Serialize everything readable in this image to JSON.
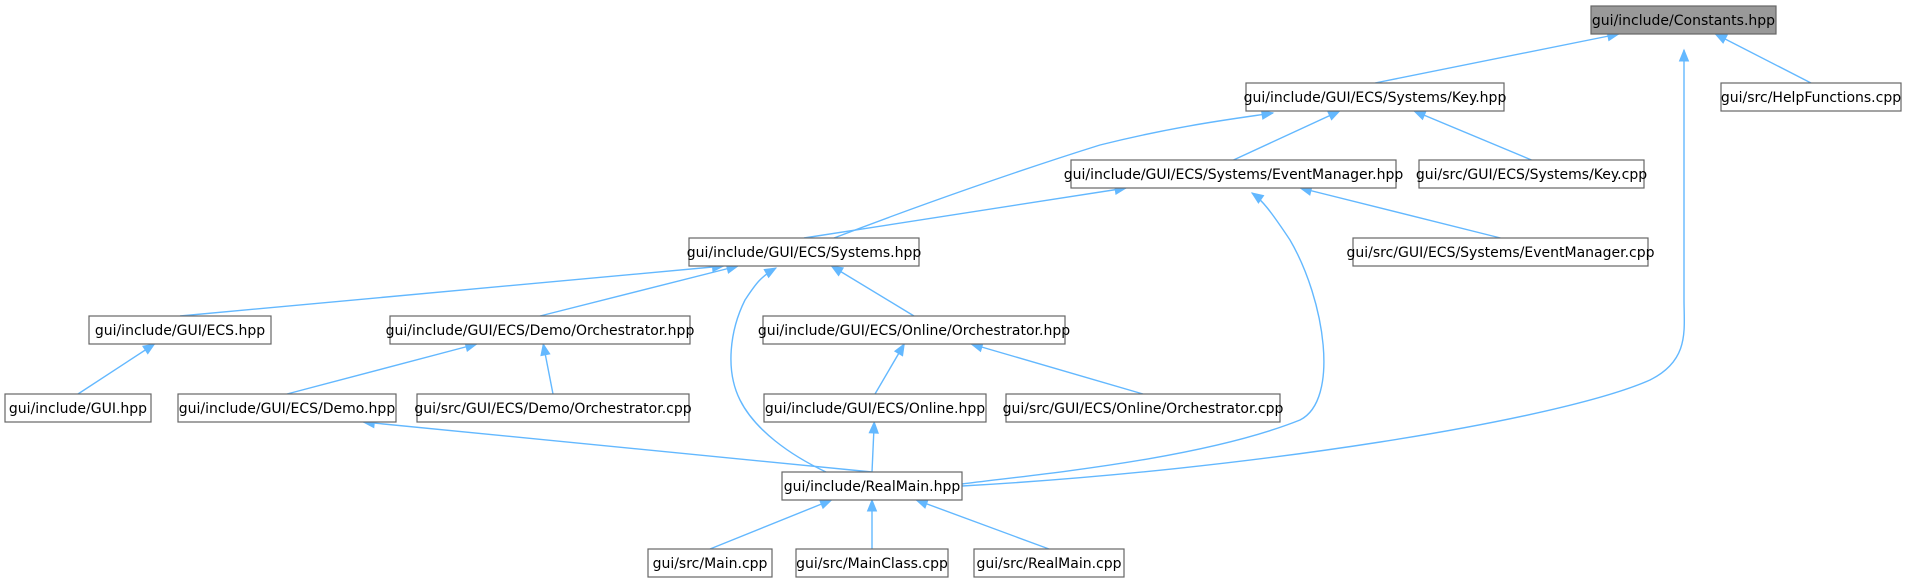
{
  "nodes": [
    {
      "id": "constants",
      "label": "gui/include/Constants.hpp",
      "root": true
    },
    {
      "id": "key_hpp",
      "label": "gui/include/GUI/ECS/Systems/Key.hpp"
    },
    {
      "id": "helpfunctions",
      "label": "gui/src/HelpFunctions.cpp"
    },
    {
      "id": "eventmanager_hpp",
      "label": "gui/include/GUI/ECS/Systems/EventManager.hpp"
    },
    {
      "id": "key_cpp",
      "label": "gui/src/GUI/ECS/Systems/Key.cpp"
    },
    {
      "id": "systems_hpp",
      "label": "gui/include/GUI/ECS/Systems.hpp"
    },
    {
      "id": "eventmanager_cpp",
      "label": "gui/src/GUI/ECS/Systems/EventManager.cpp"
    },
    {
      "id": "ecs_hpp",
      "label": "gui/include/GUI/ECS.hpp"
    },
    {
      "id": "demo_orch_hpp",
      "label": "gui/include/GUI/ECS/Demo/Orchestrator.hpp"
    },
    {
      "id": "online_orch_hpp",
      "label": "gui/include/GUI/ECS/Online/Orchestrator.hpp"
    },
    {
      "id": "gui_hpp",
      "label": "gui/include/GUI.hpp"
    },
    {
      "id": "demo_hpp",
      "label": "gui/include/GUI/ECS/Demo.hpp"
    },
    {
      "id": "demo_orch_cpp",
      "label": "gui/src/GUI/ECS/Demo/Orchestrator.cpp"
    },
    {
      "id": "online_hpp",
      "label": "gui/include/GUI/ECS/Online.hpp"
    },
    {
      "id": "online_orch_cpp",
      "label": "gui/src/GUI/ECS/Online/Orchestrator.cpp"
    },
    {
      "id": "realmain_hpp",
      "label": "gui/include/RealMain.hpp"
    },
    {
      "id": "main_cpp",
      "label": "gui/src/Main.cpp"
    },
    {
      "id": "mainclass_cpp",
      "label": "gui/src/MainClass.cpp"
    },
    {
      "id": "realmain_cpp",
      "label": "gui/src/RealMain.cpp"
    }
  ],
  "edges": [
    {
      "from": "key_hpp",
      "to": "constants"
    },
    {
      "from": "realmain_hpp",
      "to": "constants"
    },
    {
      "from": "helpfunctions",
      "to": "constants"
    },
    {
      "from": "eventmanager_hpp",
      "to": "key_hpp"
    },
    {
      "from": "systems_hpp",
      "to": "key_hpp"
    },
    {
      "from": "key_cpp",
      "to": "key_hpp"
    },
    {
      "from": "systems_hpp",
      "to": "eventmanager_hpp"
    },
    {
      "from": "realmain_hpp",
      "to": "eventmanager_hpp"
    },
    {
      "from": "eventmanager_cpp",
      "to": "eventmanager_hpp"
    },
    {
      "from": "ecs_hpp",
      "to": "systems_hpp"
    },
    {
      "from": "demo_orch_hpp",
      "to": "systems_hpp"
    },
    {
      "from": "online_orch_hpp",
      "to": "systems_hpp"
    },
    {
      "from": "realmain_hpp",
      "to": "systems_hpp"
    },
    {
      "from": "gui_hpp",
      "to": "ecs_hpp"
    },
    {
      "from": "demo_hpp",
      "to": "demo_orch_hpp"
    },
    {
      "from": "demo_orch_cpp",
      "to": "demo_orch_hpp"
    },
    {
      "from": "online_hpp",
      "to": "online_orch_hpp"
    },
    {
      "from": "online_orch_cpp",
      "to": "online_orch_hpp"
    },
    {
      "from": "realmain_hpp",
      "to": "demo_hpp"
    },
    {
      "from": "realmain_hpp",
      "to": "online_hpp"
    },
    {
      "from": "main_cpp",
      "to": "realmain_hpp"
    },
    {
      "from": "mainclass_cpp",
      "to": "realmain_hpp"
    },
    {
      "from": "realmain_cpp",
      "to": "realmain_hpp"
    }
  ],
  "colors": {
    "edge": "#63b8ff",
    "node_border": "#666666",
    "root_fill": "#999999",
    "node_fill": "#ffffff"
  }
}
